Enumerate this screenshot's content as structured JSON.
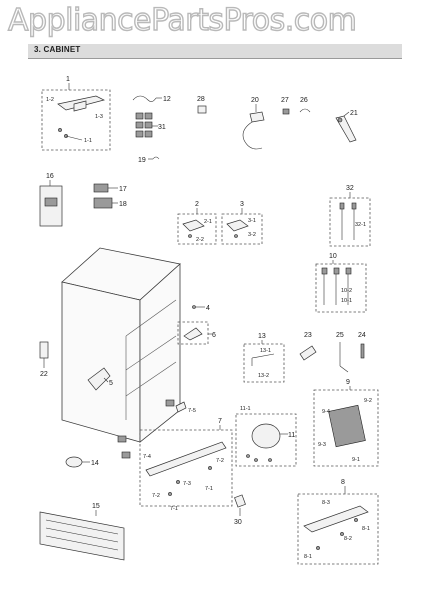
{
  "watermark": {
    "text": "AppliancePartsPros.com"
  },
  "section": {
    "title": "3. CABINET"
  },
  "callouts": {
    "c1": "1",
    "c1_2": "1-2",
    "c1_3": "1-3",
    "c1_1": "1-1",
    "c12": "12",
    "c28": "28",
    "c20": "20",
    "c27": "27",
    "c26": "26",
    "c21": "21",
    "c31": "31",
    "c19": "19",
    "c16": "16",
    "c17": "17",
    "c18": "18",
    "c2": "2",
    "c2_1": "2-1",
    "c2_2": "2-2",
    "c3": "3",
    "c3_1": "3-1",
    "c3_2": "3-2",
    "c32": "32",
    "c32_1": "32-1",
    "c10": "10",
    "c10_2": "10-2",
    "c10_1": "10-1",
    "c4": "4",
    "c6": "6",
    "c5": "5",
    "c22": "22",
    "c13": "13",
    "c13_1": "13-1",
    "c13_2": "13-2",
    "c23": "23",
    "c25": "25",
    "c24": "24",
    "c9": "9",
    "c9_4": "9-4",
    "c9_2a": "9-2",
    "c9_3": "9-3",
    "c9_1": "9-1",
    "c11_1": "11-1",
    "c11": "11",
    "c7": "7",
    "c7_5": "7-5",
    "c7_4": "7-4",
    "c7_2a": "7-2",
    "c7_3": "7-3",
    "c7_1a": "7-1",
    "c7_2b": "7-2",
    "c7_1b": "7-1",
    "c14": "14",
    "c15": "15",
    "c30": "30",
    "c8": "8",
    "c8_3": "8-3",
    "c8_1a": "8-1",
    "c8_2": "8-2",
    "c8_1b": "8-1"
  }
}
